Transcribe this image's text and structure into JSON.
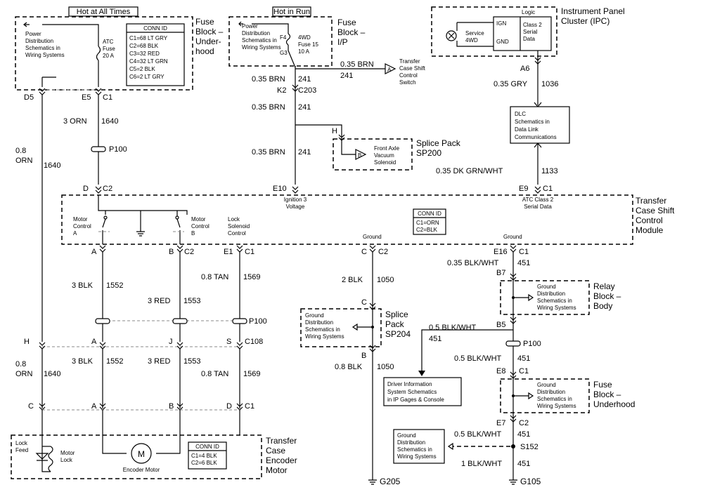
{
  "hot_at_all_times": "Hot at All Times",
  "hot_in_run": "Hot in Run",
  "fb_underhood": {
    "title": [
      "Fuse",
      "Block –",
      "Under-",
      "hood"
    ],
    "power_ref": [
      "Power",
      "Distribution",
      "Schematics in",
      "Wiring Systems"
    ],
    "fuse": [
      "ATC",
      "Fuse",
      "20 A"
    ],
    "conn_id": "CONN ID",
    "conn_rows": [
      "C1=68 LT GRY",
      "C2=68 BLK",
      "C3=32 RED",
      "C4=32 LT GRN",
      "C5=2 BLK",
      "C6=2 LT GRY"
    ]
  },
  "fb_ip": {
    "title": [
      "Fuse",
      "Block –",
      "I/P"
    ],
    "power_ref": [
      "Power",
      "Distribution",
      "Schematics in",
      "Wiring Systems"
    ],
    "fuse": [
      "4WD",
      "Fuse 15",
      "10 A"
    ],
    "f4": "F4",
    "g3": "G3"
  },
  "ipc": {
    "title": [
      "Instrument Panel",
      "Cluster (IPC)"
    ],
    "logic": "Logic",
    "ign": "IGN",
    "gnd": "GND",
    "class2": [
      "Class 2",
      "Serial",
      "Data"
    ],
    "service": [
      "Service",
      "4WD"
    ],
    "a6": "A6",
    "wire": "0.35 GRY",
    "circuit": "1036"
  },
  "dlc": [
    "DLC",
    "Schematics in",
    "Data Link",
    "Communications"
  ],
  "tcscs": {
    "conn_a": "A",
    "label": [
      "Transfer",
      "Case Shift",
      "Control",
      "Switch"
    ],
    "wire": "0.35 BRN",
    "circuit": "241"
  },
  "wires_top": {
    "brn1": "0.35 BRN",
    "c241a": "241",
    "k2": "K2",
    "c203": "C203",
    "brn2": "0.35 BRN",
    "c241b": "241",
    "brn3": "0.35 BRN",
    "c241c": "241",
    "grnwht": "0.35 DK GRN/WHT",
    "c1133": "1133",
    "orn": "3 ORN",
    "c1640": "1640",
    "p100": "P100",
    "orn08a": "0.8",
    "orn08b": "ORN",
    "c1640b": "1640"
  },
  "sp200": {
    "h": "H",
    "title": [
      "Splice Pack",
      "SP200"
    ],
    "b": "B",
    "solenoid": [
      "Front Axle",
      "Vacuum",
      "Solenoid"
    ]
  },
  "pins_top": {
    "d5": "D5",
    "e5": "E5",
    "c1": "C1",
    "d": "D",
    "c2": "C2",
    "e10": "E10",
    "e9": "E9",
    "c1b": "C1"
  },
  "tccm": {
    "title": [
      "Transfer",
      "Case Shift",
      "Control",
      "Module"
    ],
    "ign3": [
      "Ignition 3",
      "Voltage"
    ],
    "atc": [
      "ATC Class 2",
      "Serial Data"
    ],
    "motor_a": [
      "Motor",
      "Control",
      "A"
    ],
    "motor_b": [
      "Motor",
      "Control",
      "B"
    ],
    "lock_sol": [
      "Lock",
      "Solenoid",
      "Control"
    ],
    "ground1": "Ground",
    "ground2": "Ground",
    "conn_id": "CONN ID",
    "conn_rows": [
      "C1=ORN",
      "C2=BLK"
    ]
  },
  "pins_mid": {
    "a": "A",
    "b": "B",
    "c2": "C2",
    "e1": "E1",
    "c1": "C1",
    "c": "C",
    "c2b": "C2",
    "e16": "E16",
    "c1b": "C1"
  },
  "wires_mid": {
    "blk3a": "3 BLK",
    "c1552a": "1552",
    "red3a": "3 RED",
    "c1553a": "1553",
    "tan08a": "0.8 TAN",
    "c1569a": "1569",
    "blk2": "2 BLK",
    "c1050a": "1050",
    "blkwht035": "0.35 BLK/WHT",
    "c451a": "451",
    "b7": "B7",
    "p100": "P100"
  },
  "relay": {
    "title": [
      "Relay",
      "Block –",
      "Body"
    ],
    "ground_ref": [
      "Ground",
      "Distribution",
      "Schematics in",
      "Wiring Systems"
    ]
  },
  "sp204": {
    "c": "C",
    "title": [
      "Splice",
      "Pack",
      "SP204"
    ],
    "b": "B",
    "ground_ref": [
      "Ground",
      "Distribution",
      "Schematics in",
      "Wiring Systems"
    ],
    "wire": "0.8 BLK",
    "circuit": "1050"
  },
  "c108": {
    "h": "H",
    "a": "A",
    "j": "J",
    "s": "S",
    "label": "C108",
    "blk3": "3 BLK",
    "c1552": "1552",
    "red3": "3 RED",
    "c1553": "1553",
    "tan08": "0.8 TAN",
    "c1569": "1569",
    "orn08a": "0.8",
    "orn08b": "ORN",
    "c1640": "1640"
  },
  "dic": {
    "b5": "B5",
    "wire": "0.5 BLK/WHT",
    "circuit": "451",
    "ref": [
      "Driver Information",
      "System Schematics",
      "in IP Gages & Console"
    ]
  },
  "fb_under2": {
    "p100": "P100",
    "wire": "0.5 BLK/WHT",
    "circuit": "451",
    "e8": "E8",
    "c1": "C1",
    "title": [
      "Fuse",
      "Block –",
      "Underhood"
    ],
    "ground_ref": [
      "Ground",
      "Distribution",
      "Schematics in",
      "Wiring Systems"
    ],
    "e7": "E7",
    "c2": "C2"
  },
  "s152": {
    "label": "S152",
    "wire1": "0.5 BLK/WHT",
    "c451a": "451",
    "wire2": "1 BLK/WHT",
    "c451b": "451",
    "ground_ref": [
      "Ground",
      "Distribution",
      "Schematics in",
      "Wiring Systems"
    ]
  },
  "pins_bot": {
    "c": "C",
    "a": "A",
    "b": "B",
    "d": "D",
    "c1": "C1"
  },
  "motor": {
    "title": [
      "Transfer",
      "Case",
      "Encoder",
      "Motor"
    ],
    "lock_feed": [
      "Lock",
      "Feed"
    ],
    "motor_lock": [
      "Motor",
      "Lock"
    ],
    "m": "M",
    "encoder": "Encoder Motor",
    "conn_id": "CONN ID",
    "conn_rows": [
      "C1=4 BLK",
      "C2=6 BLK"
    ]
  },
  "grounds": {
    "g205": "G205",
    "g105": "G105"
  }
}
